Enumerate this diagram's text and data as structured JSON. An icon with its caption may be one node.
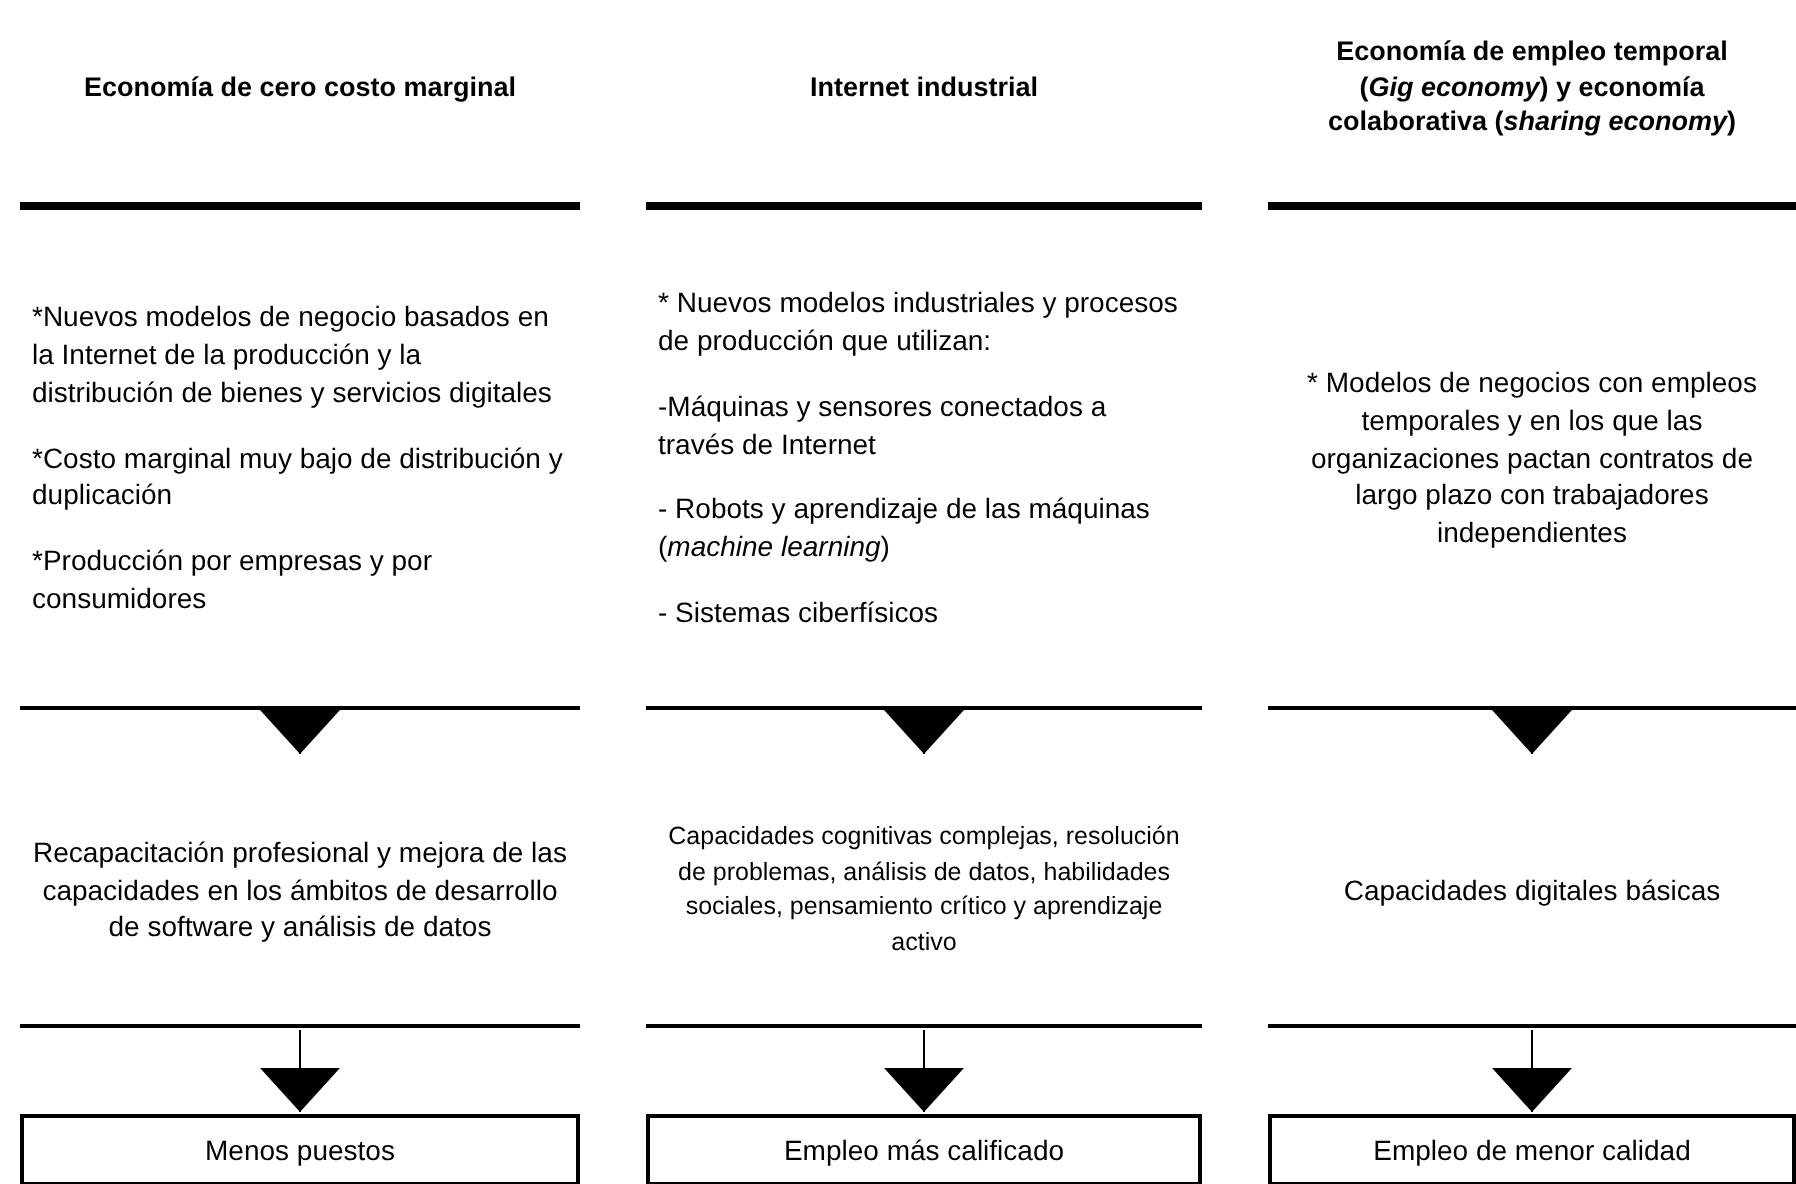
{
  "diagram": {
    "nodes": [
      {
        "text": [
          "Economía de cero costo marginal"
        ]
      },
      {
        "text": [
          "Internet industrial"
        ]
      },
      {
        "text": [
          "Economía de empleo temporal (*Gig economy*) y economía colaborativa (*sharing economy*)"
        ]
      },
      {
        "text": [
          "*Nuevos modelos de negocio basados en la Internet de la producción y la distribución de bienes y servicios digitales",
          "*Costo marginal muy bajo de distribución y duplicación",
          "*Producción por empresas y por consumidores"
        ]
      },
      {
        "text": [
          "* Nuevos modelos industriales y procesos de producción que utilizan:",
          "-Máquinas y sensores conectados a través de Internet",
          "- Robots y aprendizaje de las máquinas (*machine learning*)",
          "- Sistemas ciberfísicos"
        ]
      },
      {
        "text": [
          "* Modelos de negocios con empleos temporales y en los que las organizaciones pactan contratos de largo plazo con trabajadores independientes"
        ]
      },
      {
        "text": [
          "Recapacitación profesional y mejora de las capacidades en los ámbitos de desarrollo de software y análisis de datos"
        ]
      },
      {
        "text": [
          "Capacidades cognitivas complejas, resolución de problemas, análisis de datos, habilidades sociales, pensamiento crítico y aprendizaje activo"
        ]
      },
      {
        "text": [
          "Capacidades digitales básicas"
        ]
      },
      {
        "text": [
          "Menos puestos"
        ]
      },
      {
        "text": [
          "Empleo más calificado"
        ]
      },
      {
        "text": [
          "Empleo de menor calidad"
        ]
      }
    ],
    "edges": [
      {
        "from": 3,
        "to": 6,
        "arrow": "to"
      },
      {
        "from": 6,
        "to": 9,
        "arrow": "to"
      },
      {
        "from": 4,
        "to": 7,
        "arrow": "to"
      },
      {
        "from": 7,
        "to": 10,
        "arrow": "to"
      },
      {
        "from": 5,
        "to": 8,
        "arrow": "to"
      },
      {
        "from": 8,
        "to": 11,
        "arrow": "to"
      }
    ]
  }
}
